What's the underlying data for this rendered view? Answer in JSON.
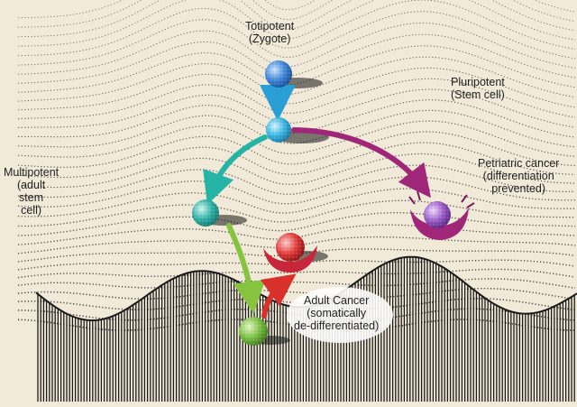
{
  "colors": {
    "background": "#f2ead9",
    "ink": "#1a1a1a",
    "cell_totipotent": "#3f88d8",
    "cell_pluripotent": "#39b6e3",
    "cell_multipotent": "#2fb3a7",
    "cell_adult": "#7bc043",
    "cell_pediatric_cancer": "#9b5cc8",
    "cell_adult_cancer": "#e23a3a",
    "arrow_pluripotent": "#2a9fd6",
    "arrow_multipotent": "#25b4a6",
    "arrow_adult": "#86c440",
    "arrow_pediatric": "#a0267a",
    "arrow_cancer": "#d9302c"
  },
  "labels": {
    "totipotent": [
      "Totipotent",
      "(Zygote)"
    ],
    "pluripotent": [
      "Pluripotent",
      "(Stem cell)"
    ],
    "multipotent": [
      "Multipotent",
      "(adult",
      "stem",
      "cell)"
    ],
    "pediatric_cancer": [
      "Petriatric cancer",
      "(differentiation",
      "prevented)"
    ],
    "adult_cancer": [
      "Adult Cancer",
      "(somatically",
      "de-differentiated)"
    ]
  },
  "icons": {
    "cells": "textured-sphere",
    "arrows": "curved-arrow",
    "landscape": "stippled-epigenetic-landscape"
  }
}
